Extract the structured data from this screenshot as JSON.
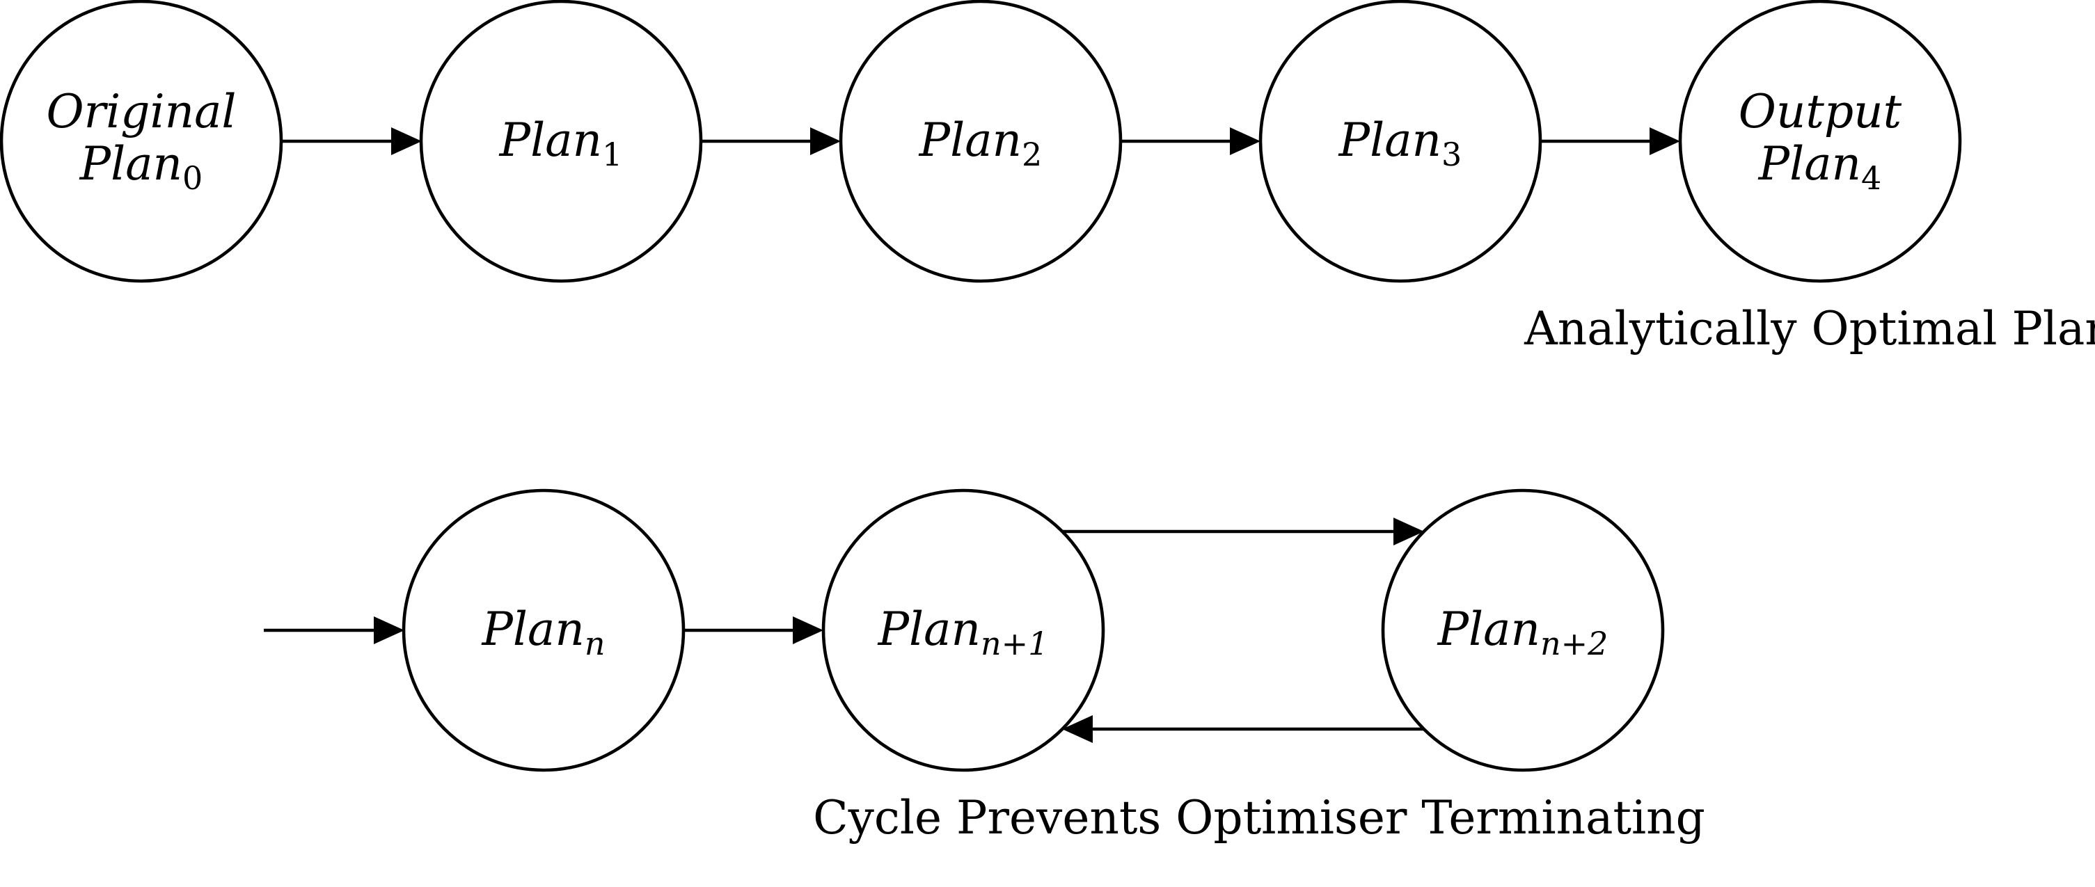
{
  "nodes": {
    "original": {
      "line1": "Original",
      "line2_base": "Plan",
      "line2_sub": "0"
    },
    "plan1": {
      "base": "Plan",
      "sub": "1"
    },
    "plan2": {
      "base": "Plan",
      "sub": "2"
    },
    "plan3": {
      "base": "Plan",
      "sub": "3"
    },
    "output": {
      "line1": "Output",
      "line2_base": "Plan",
      "line2_sub": "4"
    },
    "plan_n": {
      "base": "Plan",
      "sub": "n"
    },
    "plan_n1": {
      "base": "Plan",
      "sub": "n+1"
    },
    "plan_n2": {
      "base": "Plan",
      "sub": "n+2"
    }
  },
  "captions": {
    "optimal": "Analytically Optimal Plan",
    "cycle": "Cycle Prevents Optimiser Terminating"
  }
}
